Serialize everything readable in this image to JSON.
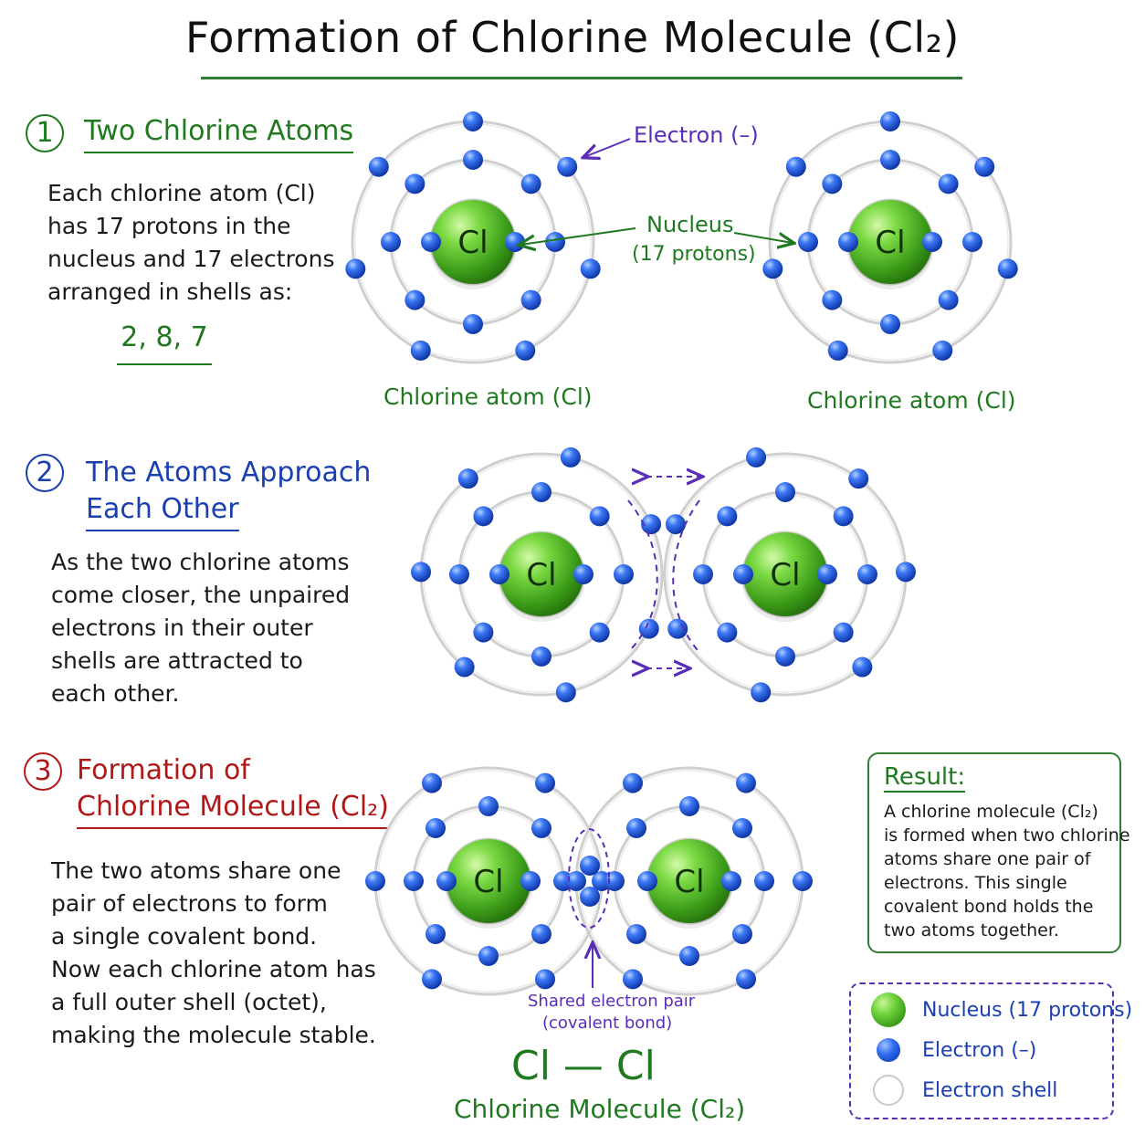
{
  "title": "Formation of Chlorine Molecule (Cl₂)",
  "step1": {
    "number": "1",
    "title": "Two Chlorine Atoms",
    "desc": [
      "Each chlorine atom (Cl)",
      "has 17 protons in the",
      "nucleus and 17 electrons",
      "arranged in shells as:"
    ],
    "shells": "2, 8, 7",
    "atom_label": "Chlorine atom (Cl)",
    "electron_label": "Electron (–)",
    "nucleus_label": "Nucleus",
    "nucleus_sub": "(17 protons)"
  },
  "step2": {
    "number": "2",
    "title_lines": [
      "The Atoms Approach",
      "Each Other"
    ],
    "desc": [
      "As the two chlorine atoms",
      "come closer, the unpaired",
      "electrons in their outer",
      "shells are attracted to",
      "each other."
    ]
  },
  "step3": {
    "number": "3",
    "title_lines": [
      "Formation of",
      "Chlorine Molecule (Cl₂)"
    ],
    "desc": [
      "The two atoms share one",
      "pair of electrons to form",
      "a single covalent bond.",
      "Now each chlorine atom has",
      "a full outer shell (octet),",
      "making the molecule stable."
    ],
    "shared_label": "Shared electron pair",
    "shared_sub": "(covalent bond)",
    "formula": "Cl — Cl",
    "formula_name": "Chlorine Molecule (Cl₂)"
  },
  "nucleus_symbol": "Cl",
  "result": {
    "title": "Result:",
    "lines": [
      "A chlorine molecule (Cl₂)",
      "is formed when two chlorine",
      "atoms share one pair of",
      "electrons. This single",
      "covalent bond holds the",
      "two atoms together."
    ]
  },
  "legend": {
    "nucleus": "Nucleus (17 protons)",
    "electron": "Electron (–)",
    "shell": "Electron shell"
  },
  "colors": {
    "green": "#1f7a1f",
    "blue": "#1a3fb0",
    "red": "#b01818",
    "purple": "#5a2db8"
  }
}
